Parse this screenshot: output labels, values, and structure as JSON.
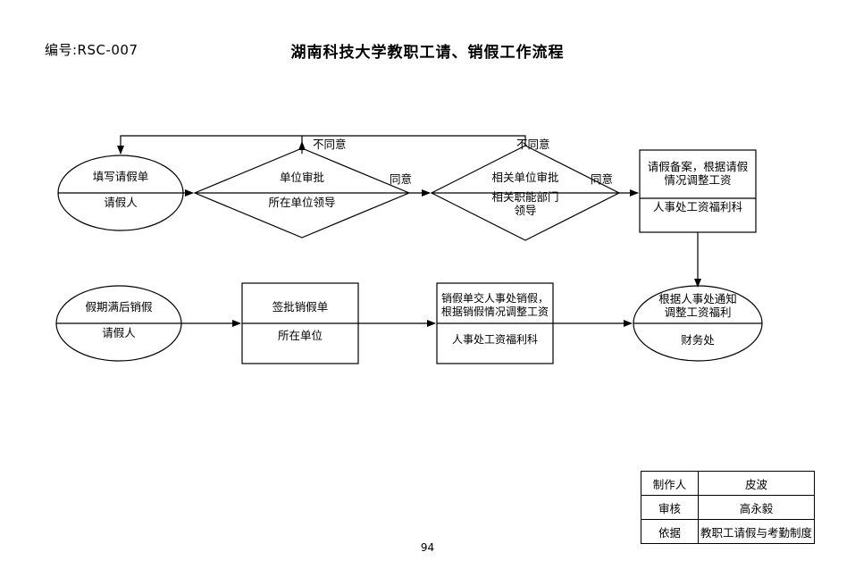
{
  "header": {
    "doc_code": "编号:RSC-007",
    "title": "湖南科技大学教职工请、销假工作流程"
  },
  "page_number": "94",
  "nodes": {
    "fill_leave_form": {
      "top": "填写请假单",
      "bottom": "请假人",
      "shape": "ellipse"
    },
    "unit_approval": {
      "top": "单位审批",
      "bottom": "所在单位领导",
      "shape": "diamond"
    },
    "related_unit_approval": {
      "top": "相关单位审批",
      "bottom": "相关职能部门\n领导",
      "shape": "diamond"
    },
    "leave_record": {
      "top": "请假备案，根据请假\n情况调整工资",
      "bottom": "人事处工资福利科",
      "shape": "rect"
    },
    "cancel_leave_start": {
      "top": "假期满后销假",
      "bottom": "请假人",
      "shape": "ellipse"
    },
    "sign_cancel_form": {
      "top": "签批销假单",
      "bottom": "所在单位",
      "shape": "rect"
    },
    "submit_cancel_form": {
      "top": "销假单交人事处销假，\n根据销假情况调整工资",
      "bottom": "人事处工资福利科",
      "shape": "rect"
    },
    "finance_adjust": {
      "top": "根据人事处通知\n调整工资福利",
      "bottom": "财务处",
      "shape": "ellipse"
    }
  },
  "edge_labels": {
    "reject_1": "不同意",
    "reject_2": "不同意",
    "agree_1": "同意",
    "agree_2": "同意"
  },
  "signature_table": {
    "rows": [
      {
        "key": "制作人",
        "value": "皮波"
      },
      {
        "key": "审核",
        "value": "高永毅"
      },
      {
        "key": "依据",
        "value": "教职工请假与考勤制度"
      }
    ]
  },
  "colors": {
    "stroke": "#000000",
    "background": "#ffffff"
  }
}
